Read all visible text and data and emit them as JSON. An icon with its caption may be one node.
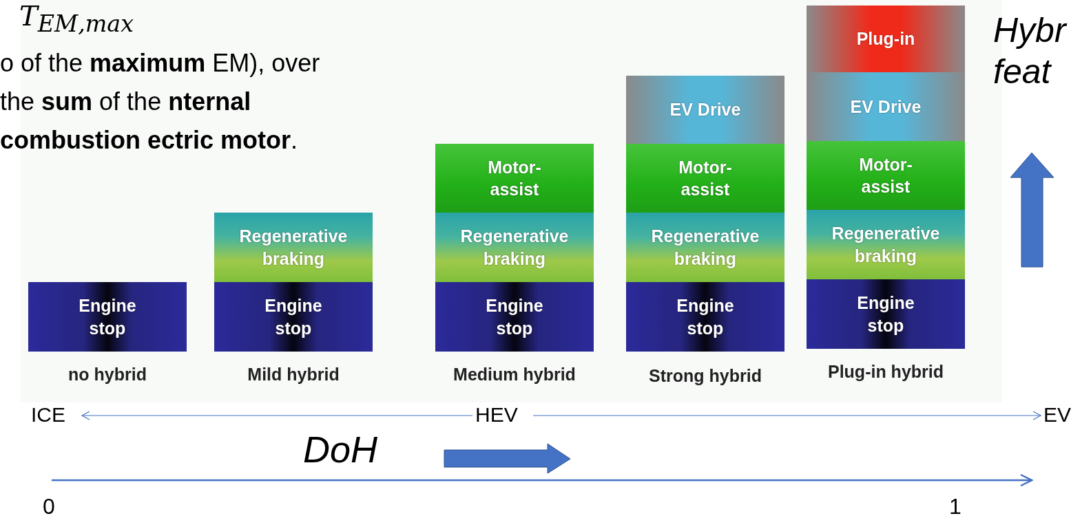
{
  "diagram": {
    "nodes": [
      {
        "text": [
          "Engine stop"
        ]
      },
      {
        "text": [
          "Regenerative braking"
        ]
      },
      {
        "text": [
          "Engine stop"
        ]
      },
      {
        "text": [
          "Motor-assist"
        ]
      },
      {
        "text": [
          "Regenerative braking"
        ]
      },
      {
        "text": [
          "Engine stop"
        ]
      },
      {
        "text": [
          "EV Drive"
        ]
      },
      {
        "text": [
          "Motor-assist"
        ]
      },
      {
        "text": [
          "Regenerative braking"
        ]
      },
      {
        "text": [
          "Engine stop"
        ]
      },
      {
        "text": [
          "Plug-in"
        ]
      },
      {
        "text": [
          "EV Drive"
        ]
      },
      {
        "text": [
          "Motor-assist"
        ]
      },
      {
        "text": [
          "Regenerative braking"
        ]
      },
      {
        "text": [
          "Engine stop"
        ]
      },
      {
        "text": [
          "ICE"
        ]
      },
      {
        "text": [
          "HEV"
        ]
      },
      {
        "text": [
          "EV"
        ]
      }
    ],
    "edges": [
      {
        "from": 16,
        "to": 15,
        "arrow": "to"
      },
      {
        "from": 16,
        "to": 17,
        "arrow": "to"
      }
    ],
    "labels": [
      "T$_{EM,max}$",
      "o of the **maximum** EM), over the **sum** of the **nternal combustion ectric motor**.",
      "Hybr feat",
      "no hybrid",
      "Mild hybrid",
      "Medium hybrid",
      "Strong hybrid",
      "Plug-in hybrid",
      "DoH",
      "0",
      "1"
    ]
  }
}
